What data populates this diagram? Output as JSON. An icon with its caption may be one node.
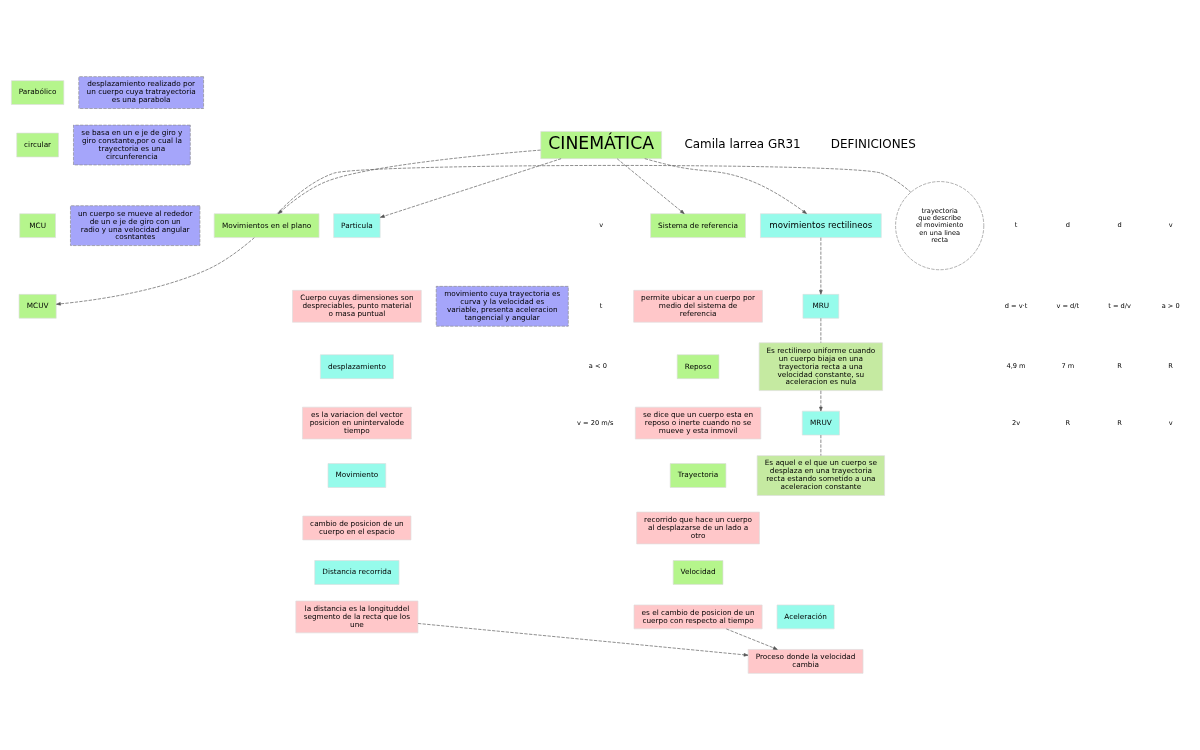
{
  "diagram": {
    "nodes": [
      {
        "text": [
          "CINEMÁTICA"
        ]
      },
      {
        "text": [
          "Particula"
        ]
      },
      {
        "text": [
          "Cuerpo cuyas dimensiones son despreciables, punto material o masa puntual"
        ]
      },
      {
        "text": [
          "desplazamiento"
        ]
      },
      {
        "text": [
          "es la variacion del vector posicion en unintervalode tiempo"
        ]
      },
      {
        "text": [
          "Movimiento"
        ]
      },
      {
        "text": [
          "cambio de posicion de un cuerpo en el espacio"
        ]
      },
      {
        "text": [
          "Distancia recorrida"
        ]
      },
      {
        "text": [
          "la distancia es la longituddel segmento de la recta que los une"
        ]
      },
      {
        "text": [
          "Sistema de referencia"
        ]
      },
      {
        "text": [
          "permite ubicar a un cuerpo por medio del sistema de referencia"
        ]
      },
      {
        "text": [
          "Reposo"
        ]
      },
      {
        "text": [
          "se dice que un cuerpo esta en reposo o inerte cuando no se mueve y esta inmovil"
        ]
      },
      {
        "text": [
          "Trayectoria"
        ]
      },
      {
        "text": [
          "recorrido que hace un cuerpo al desplazarse de un lado a otro"
        ]
      },
      {
        "text": [
          "Velocidad"
        ]
      },
      {
        "text": [
          "es el cambio de posicion de un cuerpo con respecto al tiempo"
        ]
      },
      {
        "text": [
          "Aceleración"
        ]
      },
      {
        "text": [
          "Proceso donde la velocidad cambia"
        ]
      },
      {
        "text": [
          "movimientos rectilineos"
        ]
      },
      {
        "text": [
          "MRU"
        ]
      },
      {
        "text": [
          "Es rectilineo uniforme cuando un cuerpo biaja en una trayectoria recta a una velocidad constante, su aceleracion es nula"
        ]
      },
      {
        "text": [
          "MRUV"
        ]
      },
      {
        "text": [
          "Es aquel e el que un cuerpo se desplaza en una trayectoria recta estando sometido a una aceleracion constante"
        ]
      },
      {
        "text": [
          "Movimientos en el plano"
        ]
      },
      {
        "text": [
          "trayectoria que describe el movimiento en una linea recta"
        ]
      },
      {
        "text": [
          "Parabólico"
        ]
      },
      {
        "text": [
          "desplazamiento realizado por un cuerpo cuya tratrayectoria es una parabola"
        ]
      },
      {
        "text": [
          "circular"
        ]
      },
      {
        "text": [
          "se basa en un e je de giro y giro constante,por o cual la trayectoria es una circunferencia"
        ]
      },
      {
        "text": [
          "MCU"
        ]
      },
      {
        "text": [
          "un cuerpo se mueve al rededor de un e je de giro con un radio y una velocidad angular cosntantes"
        ]
      },
      {
        "text": [
          "MCUV"
        ]
      },
      {
        "text": [
          "movimiento cuya trayectoria es curva y la velocidad es variable, presenta aceleracion tangencial y angular"
        ]
      }
    ],
    "edges": [
      {
        "from": 0,
        "to": 1,
        "arrow": "to",
        "style": "dashed"
      },
      {
        "from": 0,
        "to": 9,
        "arrow": "to",
        "style": "dashed"
      },
      {
        "from": 0,
        "to": 19,
        "arrow": "to",
        "style": "dashed"
      },
      {
        "from": 0,
        "to": 24,
        "arrow": "to",
        "style": "dashed"
      },
      {
        "from": 19,
        "to": 20,
        "arrow": "to",
        "style": "dashed"
      },
      {
        "from": 20,
        "to": 21,
        "arrow": "none",
        "style": "dashed"
      },
      {
        "from": 21,
        "to": 22,
        "arrow": "to",
        "style": "dashed"
      },
      {
        "from": 22,
        "to": 23,
        "arrow": "none",
        "style": "dashed"
      },
      {
        "from": 24,
        "to": 25,
        "arrow": "none",
        "style": "dashed"
      },
      {
        "from": 24,
        "to": 32,
        "arrow": "to",
        "style": "dashed"
      },
      {
        "from": 8,
        "to": 18,
        "arrow": "to",
        "style": "dashed"
      },
      {
        "from": 16,
        "to": 18,
        "arrow": "to",
        "style": "dashed"
      }
    ],
    "labels": [
      "Camila larrea GR31",
      "DEFINICIONES",
      "v",
      "t",
      "d",
      "d",
      "v",
      "t",
      "d = v·t",
      "v = d/t",
      "t = d/v",
      "a > 0",
      "a < 0",
      "4,9 m",
      "7 m",
      "R",
      "R",
      "v = 20 m/s",
      "2v",
      "R",
      "R",
      "v"
    ]
  }
}
